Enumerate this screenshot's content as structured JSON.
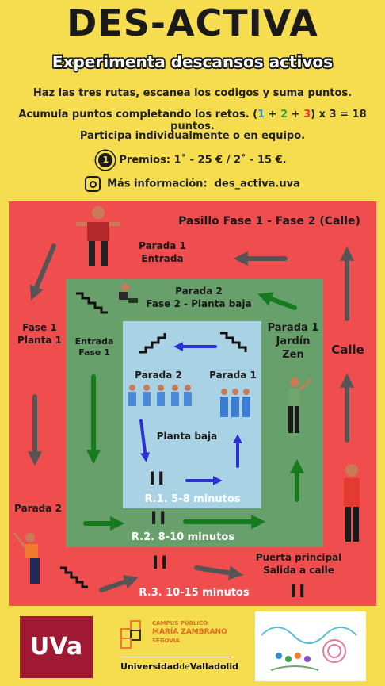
{
  "header": {
    "title": "DES-ACTIVA",
    "subtitle": "Experimenta descansos activos",
    "line1": "Haz las tres rutas, escanea los codigos y suma puntos.",
    "line2_pre": "Acumula puntos completando los retos. (",
    "line2_n1": "1",
    "line2_plus1": " + ",
    "line2_n2": "2",
    "line2_plus2": " + ",
    "line2_n3": "3",
    "line2_post": ") x 3 = 18 puntos.",
    "line3": "Participa individualmente o en equipo.",
    "prizes": "Premios: 1˚ - 25 € / 2˚ - 15 €.",
    "medal_number": "1",
    "info_label": "Más información:",
    "info_handle": "des_activa.uva"
  },
  "map": {
    "outer_top_label": "Pasillo Fase 1 - Fase 2 (Calle)",
    "outer_stop1": "Parada 1\nEntrada",
    "outer_left": "Fase 1\nPlanta 1",
    "outer_right": "Calle",
    "outer_stop2": "Parada 2",
    "outer_exit": "Puerta principal\nSalida a calle",
    "green_stop2": "Parada 2\nFase 2 - Planta baja",
    "green_entry": "Entrada\nFase 1",
    "green_stop1": "Parada 1\nJardín\nZen",
    "blue_stop2": "Parada 2",
    "blue_stop1": "Parada 1",
    "blue_floor": "Planta baja",
    "route1": "R.1. 5-8 minutos",
    "route2": "R.2. 8-10 minutos",
    "route3": "R.3. 10-15 minutos",
    "pause_symbol": "II"
  },
  "footer": {
    "uva_logo": "UVa",
    "campus_line1": "CAMPUS PÚBLICO",
    "campus_line2": "MARÍA ZAMBRANO",
    "campus_line3": "SEGOVIA",
    "uni_name_a": "Universidad",
    "uni_name_b": "de",
    "uni_name_c": "Valladolid"
  },
  "colors": {
    "background": "#f6dc4f",
    "outer_route": "#f04d4f",
    "middle_route": "#67a06a",
    "inner_route": "#a9d3e4",
    "uva_red": "#a11833"
  }
}
